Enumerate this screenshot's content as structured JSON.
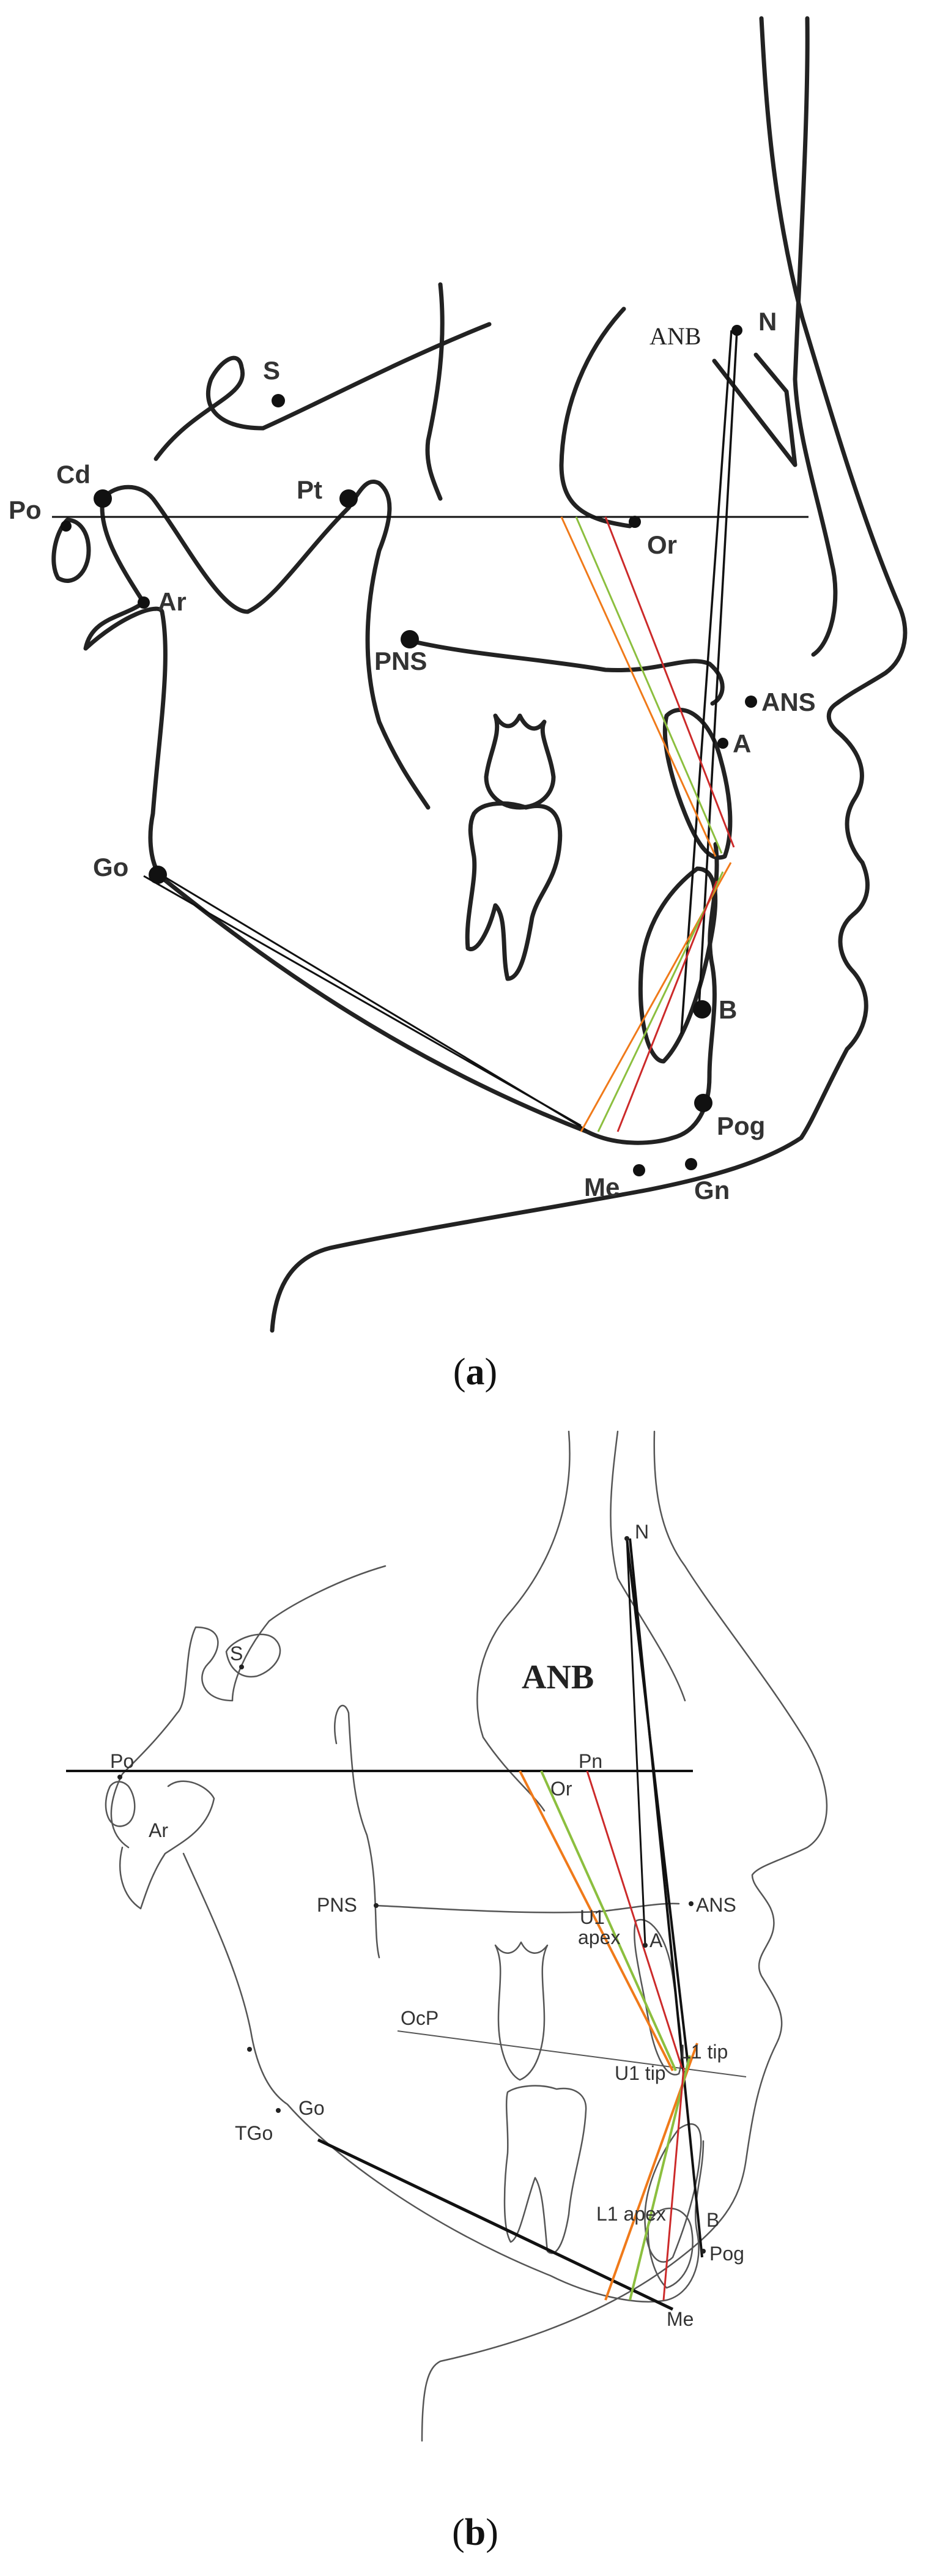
{
  "panel_a": {
    "caption_open": "(",
    "caption_letter": "a",
    "caption_close": ")",
    "landmarks": {
      "S": "S",
      "N": "N",
      "ANB": "ANB",
      "Cd": "Cd",
      "Po": "Po",
      "Pt": "Pt",
      "Ar": "Ar",
      "Or": "Or",
      "PNS": "PNS",
      "ANS": "ANS",
      "A": "A",
      "Go": "Go",
      "B": "B",
      "Pog": "Pog",
      "Me": "Me",
      "Gn": "Gn"
    }
  },
  "panel_b": {
    "caption_open": "(",
    "caption_letter": "b",
    "caption_close": ")",
    "landmarks": {
      "N": "N",
      "ANB": "ANB",
      "S": "S",
      "Po": "Po",
      "Pn": "Pn",
      "Or": "Or",
      "Ar": "Ar",
      "PNS": "PNS",
      "ANS": "ANS",
      "U1": "U1",
      "apex": "apex",
      "A": "A",
      "OcP": "OcP",
      "L1tip": "L1 tip",
      "U1tip": "U1 tip",
      "Go": "Go",
      "TGo": "TGo",
      "L1apex": "L1 apex",
      "B": "B",
      "Pog": "Pog",
      "Me": "Me"
    }
  },
  "colors": {
    "orange": "#f07a1a",
    "green": "#8cbf3f",
    "red": "#cc2a2a",
    "black": "#111111"
  }
}
